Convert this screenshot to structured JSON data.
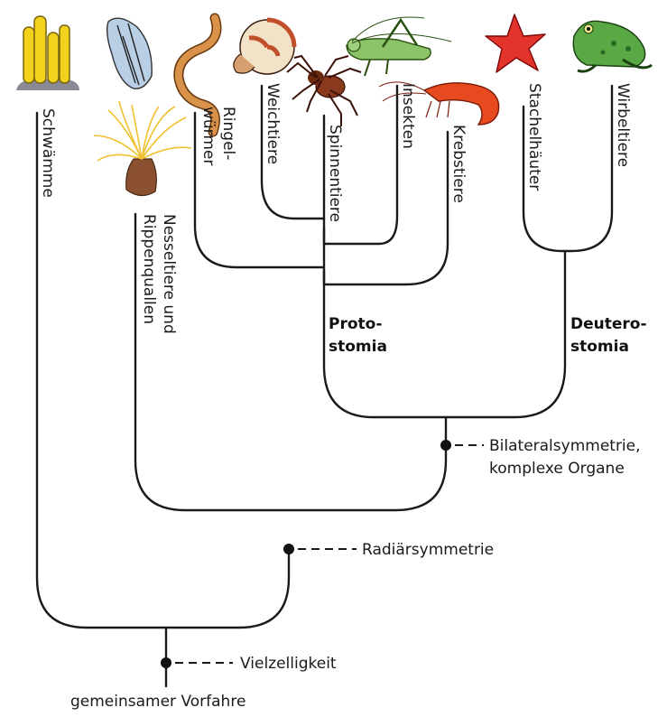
{
  "root_label": "gemeinsamer Vorfahre",
  "traits": {
    "multicellular": "Vielzelligkeit",
    "radial": "Radiärsymmetrie",
    "bilateral_line1": "Bilateralsymmetrie,",
    "bilateral_line2": "komplexe Organe"
  },
  "groups": {
    "protostomia_line1": "Proto-",
    "protostomia_line2": "stomia",
    "deuterostomia_line1": "Deutero-",
    "deuterostomia_line2": "stomia"
  },
  "taxa": {
    "sponges": "Schwämme",
    "cnidaria_line1": "Nesseltiere und",
    "cnidaria_line2": "Rippenquallen",
    "annelids_line1": "Ringel-",
    "annelids_line2": "würmer",
    "molluscs": "Weichtiere",
    "arachnids": "Spinnentiere",
    "insects": "Insekten",
    "crustaceans": "Krebstiere",
    "echinoderms": "Stachelhäuter",
    "vertebrates": "Wirbeltiere"
  },
  "colors": {
    "sponge": "#f2d21c",
    "sea_anemone": "#f4c94c",
    "comb_jelly": "#b9cfe6",
    "worm": "#d9924a",
    "nautilus": "#c1502a",
    "spider": "#8a3a1c",
    "grasshopper": "#8cc46a",
    "shrimp": "#e64a1e",
    "starfish": "#e3342b",
    "frog": "#5aa845"
  }
}
